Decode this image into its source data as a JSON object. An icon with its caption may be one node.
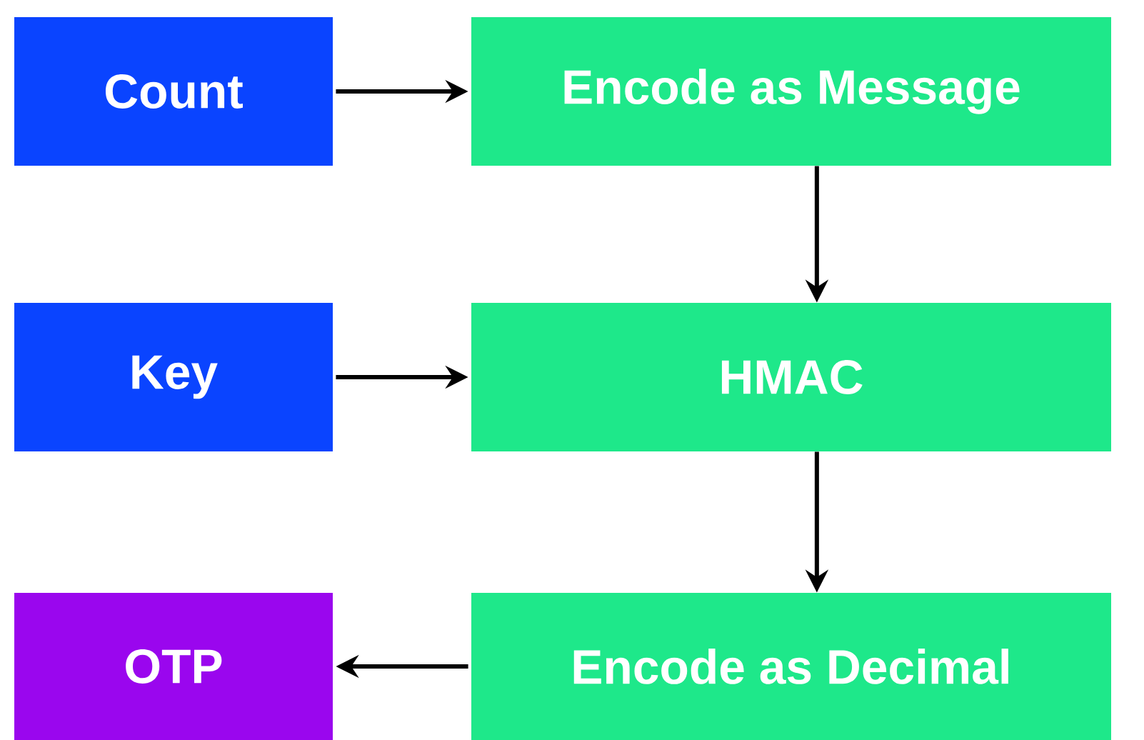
{
  "diagram": {
    "nodes": [
      {
        "text": [
          "Count"
        ]
      },
      {
        "text": [
          "Encode as Message"
        ]
      },
      {
        "text": [
          "Key"
        ]
      },
      {
        "text": [
          "HMAC"
        ]
      },
      {
        "text": [
          "OTP"
        ]
      },
      {
        "text": [
          "Encode as Decimal"
        ]
      }
    ],
    "edges": [
      {
        "from": 0,
        "to": 1,
        "arrow": "to"
      },
      {
        "from": 1,
        "to": 3,
        "arrow": "to"
      },
      {
        "from": 2,
        "to": 3,
        "arrow": "to"
      },
      {
        "from": 3,
        "to": 5,
        "arrow": "to"
      },
      {
        "from": 5,
        "to": 4,
        "arrow": "to"
      }
    ]
  }
}
